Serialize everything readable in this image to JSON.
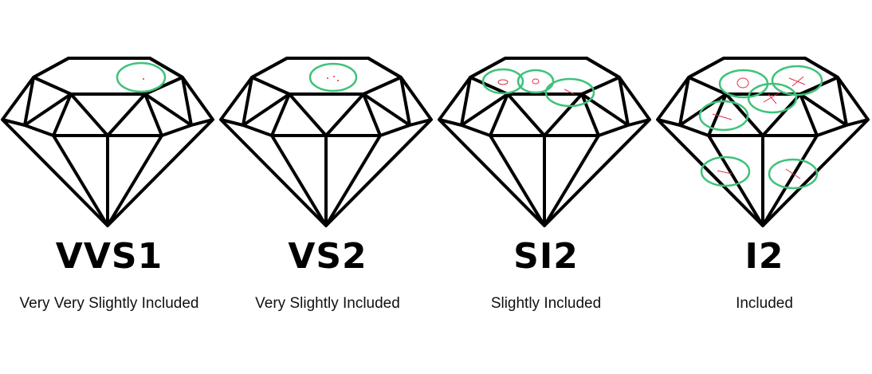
{
  "colors": {
    "outline": "#000000",
    "highlight": "#3ec27a",
    "inclusion": "#e0304a"
  },
  "diamonds": [
    {
      "grade": "VVS1",
      "description": "Very Very Slightly Included"
    },
    {
      "grade": "VS2",
      "description": "Very Slightly Included"
    },
    {
      "grade": "SI2",
      "description": "Slightly Included"
    },
    {
      "grade": "I2",
      "description": "Included"
    }
  ]
}
